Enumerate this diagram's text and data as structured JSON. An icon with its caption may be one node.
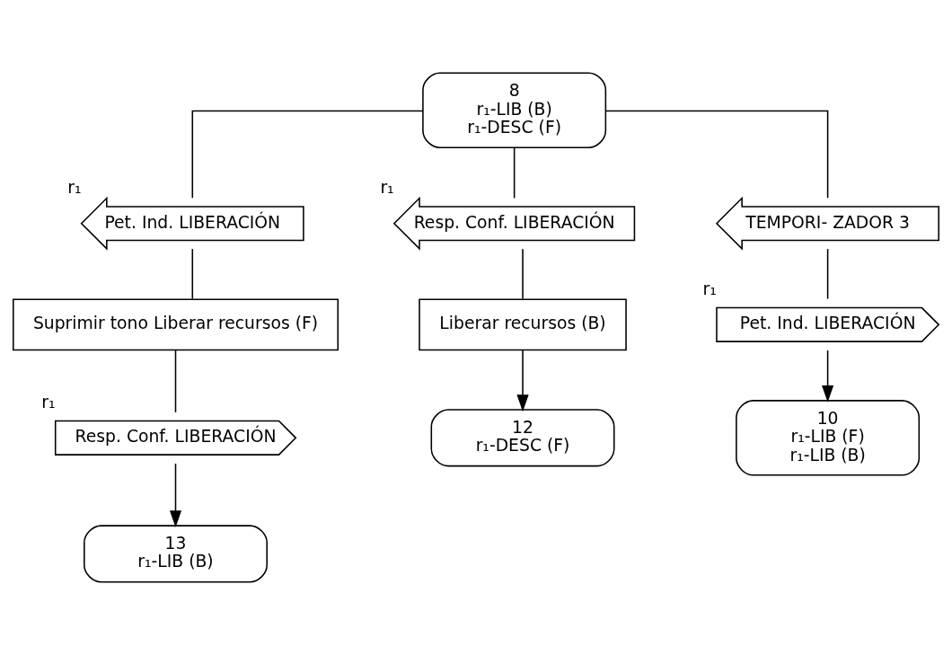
{
  "diagram": {
    "nodes": [
      {
        "text": [
          "8",
          "r₁-LIB (B)",
          "r₁-DESC (F)"
        ]
      },
      {
        "text": [
          "Pet. Ind. LIBERACIÓN"
        ],
        "beside": [
          "r₁"
        ]
      },
      {
        "text": [
          "Resp. Conf. LIBERACIÓN"
        ],
        "beside": [
          "r₁"
        ]
      },
      {
        "text": [
          "TEMPORI- ZADOR 3"
        ]
      },
      {
        "text": [
          "Suprimir tono Liberar recursos (F)"
        ]
      },
      {
        "text": [
          "Resp. Conf. LIBERACIÓN"
        ],
        "beside": [
          "r₁"
        ]
      },
      {
        "text": [
          "13",
          "r₁-LIB (B)"
        ]
      },
      {
        "text": [
          "Liberar recursos (B)"
        ]
      },
      {
        "text": [
          "12",
          "r₁-DESC (F)"
        ]
      },
      {
        "text": [
          "Pet. Ind. LIBERACIÓN"
        ],
        "beside": [
          "r₁"
        ]
      },
      {
        "text": [
          "10",
          "r₁-LIB (F)",
          "r₁-LIB (B)"
        ]
      }
    ],
    "edges": [
      {
        "from": 0,
        "to": 1,
        "arrow": "none"
      },
      {
        "from": 0,
        "to": 2,
        "arrow": "none"
      },
      {
        "from": 0,
        "to": 3,
        "arrow": "none"
      },
      {
        "from": 1,
        "to": 4,
        "arrow": "none"
      },
      {
        "from": 4,
        "to": 5,
        "arrow": "none"
      },
      {
        "from": 5,
        "to": 6,
        "arrow": "to"
      },
      {
        "from": 2,
        "to": 7,
        "arrow": "none"
      },
      {
        "from": 7,
        "to": 8,
        "arrow": "to"
      },
      {
        "from": 3,
        "to": 9,
        "arrow": "none"
      },
      {
        "from": 9,
        "to": 10,
        "arrow": "to"
      }
    ]
  }
}
